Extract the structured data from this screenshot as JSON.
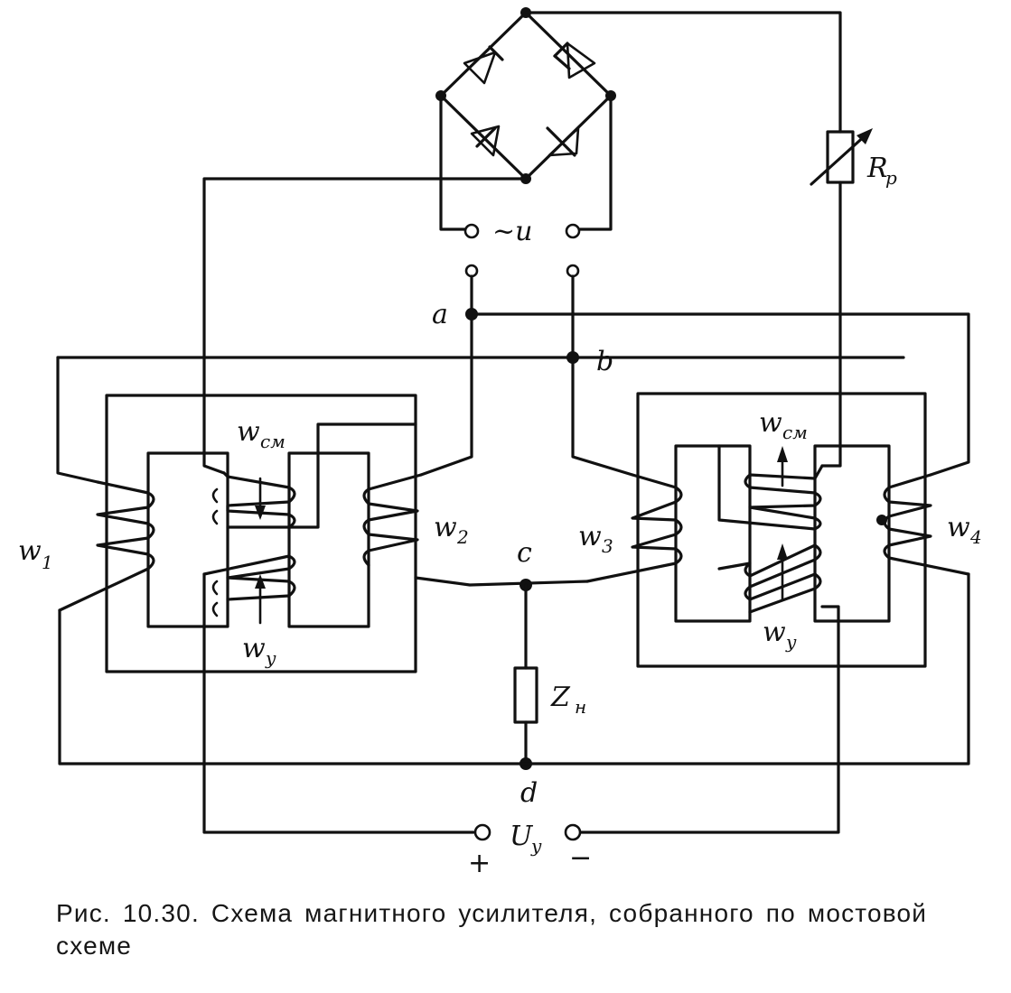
{
  "labels": {
    "source": "~u",
    "rp_main": "R",
    "rp_sub": "p",
    "node_a": "a",
    "node_b": "b",
    "node_c": "c",
    "node_d": "d",
    "w1_main": "w",
    "w1_sub": "1",
    "w2_main": "w",
    "w2_sub": "2",
    "w3_main": "w",
    "w3_sub": "3",
    "w4_main": "w",
    "w4_sub": "4",
    "wcm_left_main": "w",
    "wcm_left_sub": "см",
    "wcm_right_main": "w",
    "wcm_right_sub": "см",
    "wy_left_main": "w",
    "wy_left_sub": "y",
    "wy_right_main": "w",
    "wy_right_sub": "y",
    "zn_main": "Z",
    "zn_sub": "н",
    "uy_main": "U",
    "uy_sub": "y",
    "plus": "+",
    "minus": "−"
  },
  "caption": "Рис. 10.30. Схема магнитного усилителя, собранного по мостовой схеме"
}
